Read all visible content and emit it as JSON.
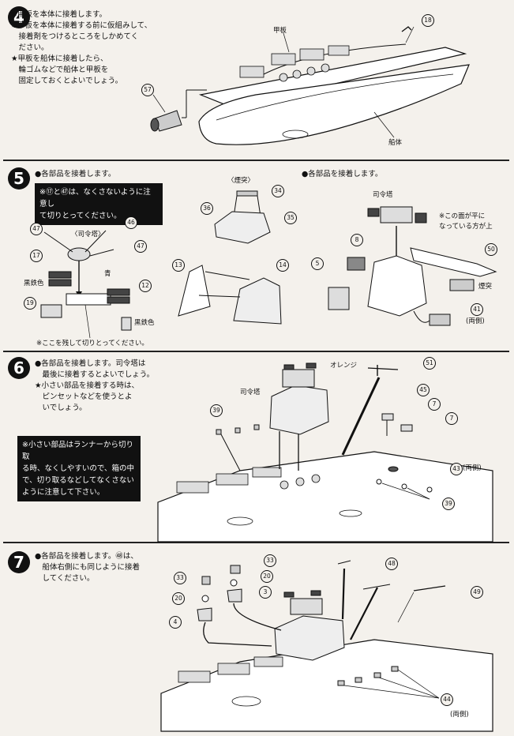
{
  "steps": [
    {
      "number": "4",
      "text": "※甲板を本体に接着します。\n※甲板を本体に接着する前に仮組みして、\n　接着剤をつけるところをしかめてく\n　ださい。\n★甲板を船体に接着したら、\n　輪ゴムなどで船体と甲板を\n　固定しておくとよいでしょう。",
      "labels": {
        "deck": "甲板",
        "hull": "船体"
      },
      "parts": [
        "18",
        "57"
      ]
    },
    {
      "number": "5",
      "text": "●各部品を接着します。",
      "note": "※⑰と㊼は、なくさないように注意し\nて切りとってください。",
      "right_text": "●各部品を接着します。",
      "labels": {
        "antenna_group": "〈司令塔〉",
        "chimney_group": "〈煙突〉",
        "blue": "青",
        "black_iron_1": "黒鉄色",
        "black_iron_2": "黒鉄色",
        "cut_note": "※ここを残して切りとってください。",
        "bridge": "司令塔",
        "flat_note": "※この面が平に\nなっている方が上",
        "chimney": "煙突",
        "both_sides": "(両側)"
      },
      "parts": [
        "47",
        "46",
        "47",
        "17",
        "19",
        "12",
        "34",
        "36",
        "35",
        "13",
        "14",
        "8",
        "5",
        "50",
        "41"
      ]
    },
    {
      "number": "6",
      "text": "●各部品を接着します。司令塔は\n　最後に接着するとよいでしょう。\n★小さい部品を接着する時は、\n　ピンセットなどを使うとよ\n　いでしょう。",
      "note": "※小さい部品はランナーから切り取\nる時、なくしやすいので、箱の中\nで、切り取るなどしてなくさない\nように注意して下さい。",
      "labels": {
        "orange": "オレンジ",
        "bridge": "司令塔",
        "both_sides": "(両側)"
      },
      "parts": [
        "51",
        "45",
        "7",
        "7",
        "39",
        "43",
        "39"
      ]
    },
    {
      "number": "7",
      "text": "●各部品を接着します。㊽は、\n　船体右側にも同じように接着\n　してください。",
      "labels": {
        "both_sides": "(両側)"
      },
      "parts": [
        "33",
        "33",
        "20",
        "20",
        "3",
        "4",
        "48",
        "49",
        "44"
      ]
    }
  ]
}
